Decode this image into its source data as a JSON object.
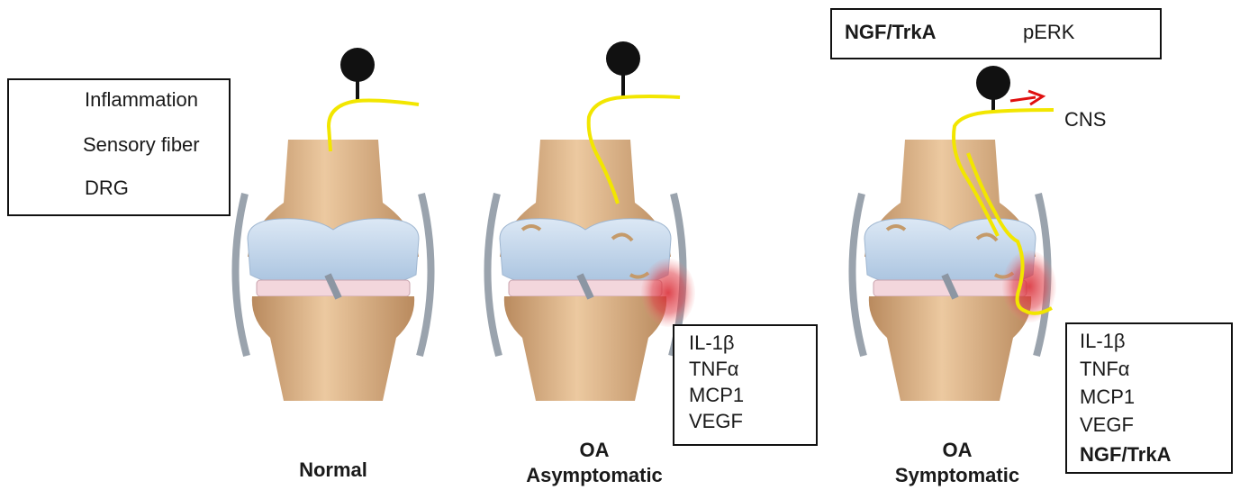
{
  "legend": {
    "inflammation": "Inflammation",
    "sensory_fiber": "Sensory fiber",
    "drg": "DRG"
  },
  "panels": {
    "normal": {
      "caption_line1": "",
      "caption_line2": "Normal"
    },
    "asymptomatic": {
      "caption_line1": "OA",
      "caption_line2": "Asymptomatic",
      "markers": [
        "IL-1β",
        "TNFα",
        "MCP1",
        "VEGF"
      ]
    },
    "symptomatic": {
      "caption_line1": "OA",
      "caption_line2": "Symptomatic",
      "markers": [
        "IL-1β",
        "TNFα",
        "MCP1",
        "VEGF"
      ],
      "extra_marker": "NGF/TrkA",
      "cns_label": "CNS",
      "pathway_left": "NGF/TrkA",
      "pathway_right": "pERK"
    }
  },
  "colors": {
    "fiber": "#f2e600",
    "inflammation": "#e0404a",
    "arrow_red": "#e01010",
    "bone": "#d9b48a",
    "cartilage": "#c7d9ec"
  },
  "icons": [
    "up-arrow-icon",
    "right-arrow-icon",
    "drg-icon",
    "inflammation-icon",
    "sensory-fiber-icon"
  ]
}
